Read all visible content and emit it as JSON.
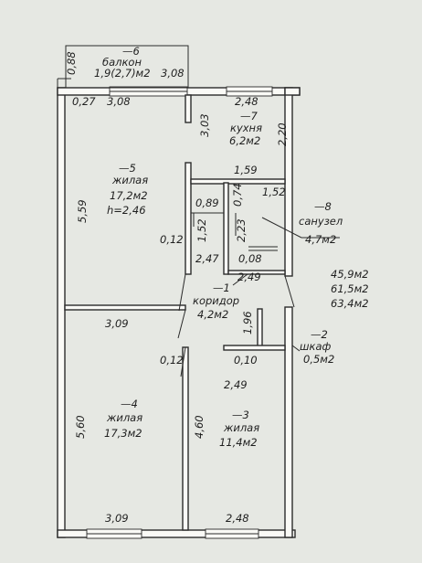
{
  "balcony": {
    "number": "—6",
    "name": "балкон",
    "area": "1,9(2,7)м2",
    "dim_left": "0,88",
    "dim_top": "3,08"
  },
  "kitchen": {
    "number": "—7",
    "name": "кухня",
    "area": "6,2м2"
  },
  "living5": {
    "number": "—5",
    "name": "жилая",
    "area": "17,2м2",
    "height": "h=2,46"
  },
  "bathroom": {
    "number": "—8",
    "name": "санузел",
    "area": "4,7м2"
  },
  "corridor": {
    "number": "—1",
    "name": "коридор",
    "area": "4,2м2"
  },
  "closet": {
    "number": "—2",
    "name": "шкаф",
    "area": "0,5м2"
  },
  "living4": {
    "number": "—4",
    "name": "жилая",
    "area": "17,3м2"
  },
  "living3": {
    "number": "—3",
    "name": "жилая",
    "area": "11,4м2"
  },
  "totals": {
    "living": "45,9м2",
    "general": "61,5м2",
    "with_balcony": "63,4м2"
  },
  "dims": {
    "d_027": "0,27",
    "d_308": "3,08",
    "d_248_top": "2,48",
    "d_303": "3,03",
    "d_220": "2,20",
    "d_159": "1,59",
    "d_559": "5,59",
    "d_089": "0,89",
    "d_074": "0,74",
    "d_152a": "1,52",
    "d_152b": "1,52",
    "d_223": "2,23",
    "d_012a": "0,12",
    "d_247": "2,47",
    "d_008": "0,08",
    "d_249a": "2,49",
    "d_309a": "3,09",
    "d_196": "1,96",
    "d_012b": "0,12",
    "d_010": "0,10",
    "d_249b": "2,49",
    "d_560": "5,60",
    "d_460": "4,60",
    "d_309b": "3,09",
    "d_248_bot": "2,48"
  }
}
